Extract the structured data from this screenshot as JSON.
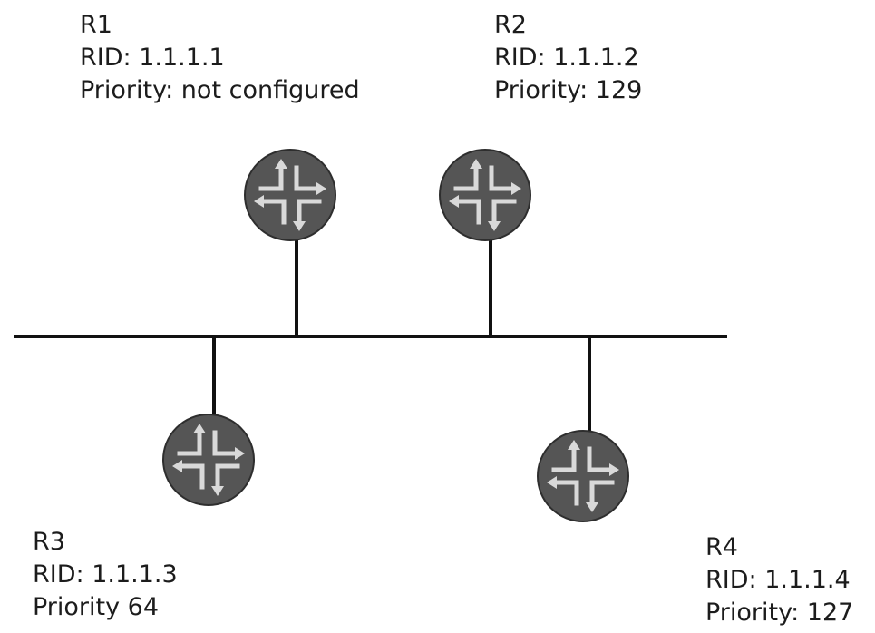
{
  "routers": [
    {
      "name": "R1",
      "rid": "RID: 1.1.1.1",
      "priority": "Priority: not configured"
    },
    {
      "name": "R2",
      "rid": "RID: 1.1.1.2",
      "priority": "Priority: 129"
    },
    {
      "name": "R3",
      "rid": "RID: 1.1.1.3",
      "priority": "Priority 64"
    },
    {
      "name": "R4",
      "rid": "RID: 1.1.1.4",
      "priority": "Priority: 127"
    }
  ],
  "colors": {
    "router_fill": "#555555",
    "router_ring": "#2e2e2e",
    "arrow": "#d9d9d9",
    "link": "#111111"
  },
  "icons": {
    "router": "router-icon"
  }
}
